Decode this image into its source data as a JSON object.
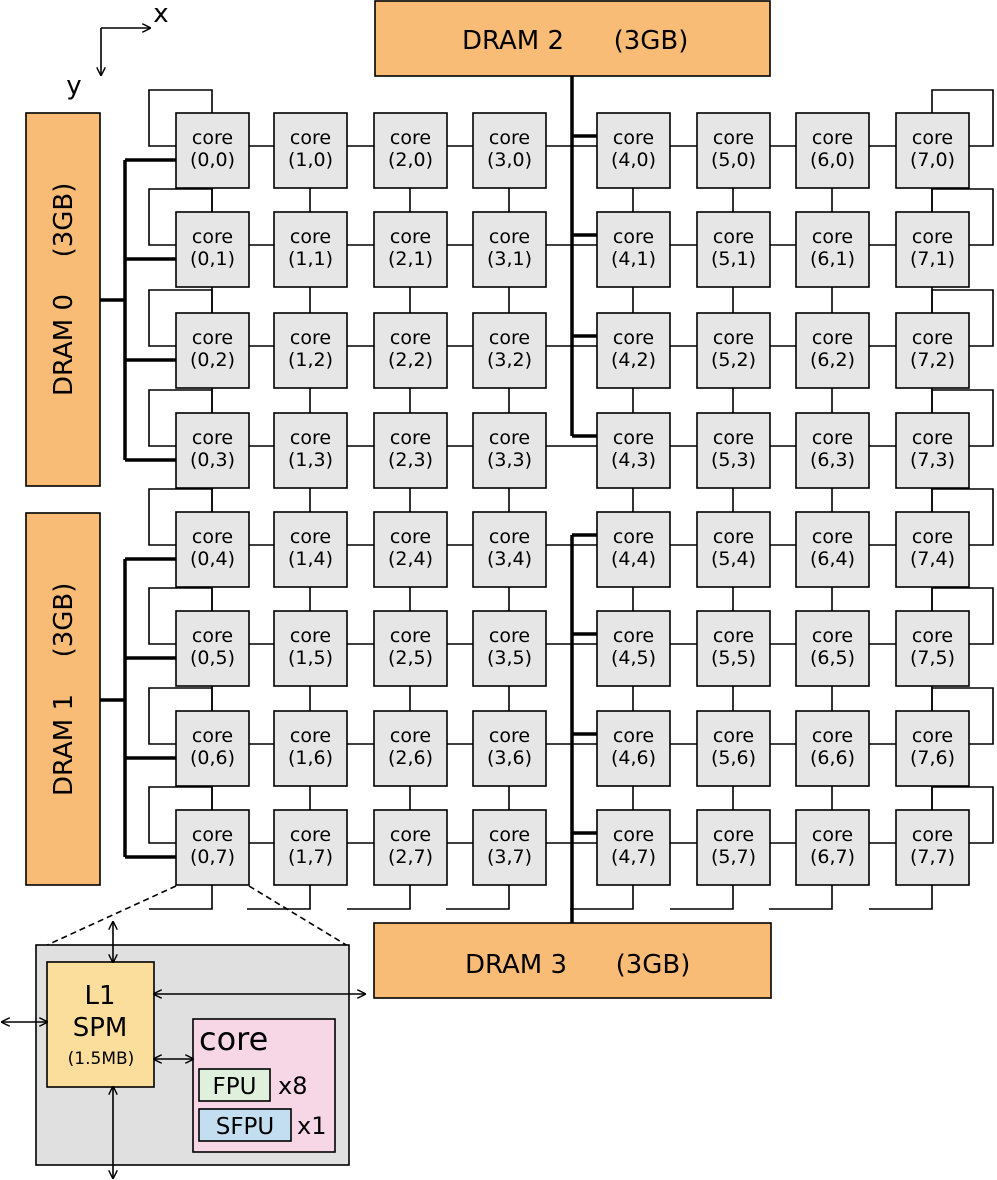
{
  "axes": {
    "x_label": "x",
    "y_label": "y"
  },
  "dram": [
    {
      "name": "DRAM 0",
      "size": "(3GB)"
    },
    {
      "name": "DRAM 1",
      "size": "(3GB)"
    },
    {
      "name": "DRAM 2",
      "size": "(3GB)"
    },
    {
      "name": "DRAM 3",
      "size": "(3GB)"
    }
  ],
  "mesh": {
    "cols": 8,
    "rows": 8,
    "core_label": "core"
  },
  "detail": {
    "l1_title_1": "L1",
    "l1_title_2": "SPM",
    "l1_size": "(1.5MB)",
    "core_title": "core",
    "fpu_label": "FPU",
    "fpu_count": "x8",
    "sfpu_label": "SFPU",
    "sfpu_count": "x1"
  },
  "colors": {
    "dram_fill": "#f9bc76",
    "core_fill": "#e6e6e6",
    "detail_bg": "#e0e0e0",
    "l1_fill": "#fbdd9c",
    "core_box_fill": "#f7d6e6",
    "fpu_fill": "#dff1dc",
    "sfpu_fill": "#c2def0"
  }
}
